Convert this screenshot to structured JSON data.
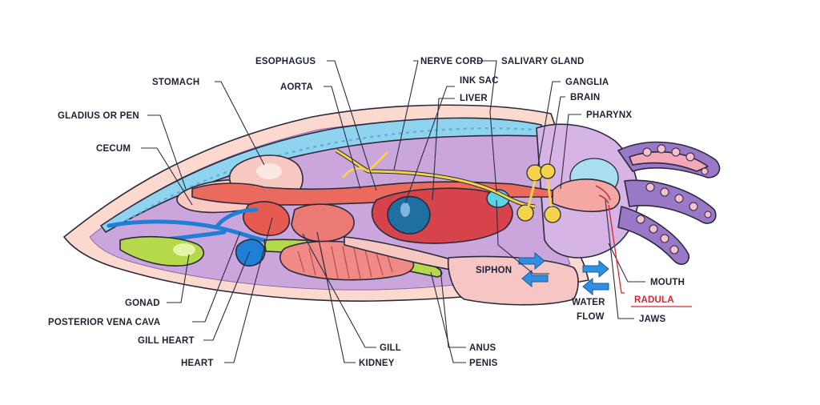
{
  "labels": {
    "esophagus": "ESOPHAGUS",
    "nerve_cord": "NERVE CORD",
    "salivary_gland": "SALIVARY GLAND",
    "stomach": "STOMACH",
    "aorta": "AORTA",
    "ink_sac": "INK SAC",
    "ganglia": "GANGLIA",
    "liver": "LIVER",
    "brain": "BRAIN",
    "gladius": "GLADIUS OR PEN",
    "pharynx": "PHARYNX",
    "cecum": "CECUM",
    "siphon": "SIPHON",
    "mouth": "MOUTH",
    "water_flow_1": "WATER",
    "water_flow_2": "FLOW",
    "radula": "RADULA",
    "gonad": "GONAD",
    "jaws": "JAWS",
    "posterior_vena_cava": "POSTERIOR VENA CAVA",
    "gill_heart": "GILL HEART",
    "gill": "GILL",
    "anus": "ANUS",
    "heart": "HEART",
    "kidney": "KIDNEY",
    "penis": "PENIS"
  },
  "colors": {
    "outline": "#2a2a3a",
    "mantle": "#fbd9cf",
    "body_inner": "#c9a6dc",
    "gladius": "#8fd3ee",
    "organ_red": "#e5594f",
    "stomach": "#f6c2bd",
    "liver": "#d7434a",
    "ink_sac": "#1f6fa3",
    "nerve": "#f4d24a",
    "vessel_blue": "#1f7fd6",
    "gonad": "#b5d94a",
    "gill": "#f08a86",
    "arms": "#9a78c8",
    "suckers": "#f6a3b3",
    "arrow": "#2f8fe3",
    "highlight": "#e0222a"
  }
}
